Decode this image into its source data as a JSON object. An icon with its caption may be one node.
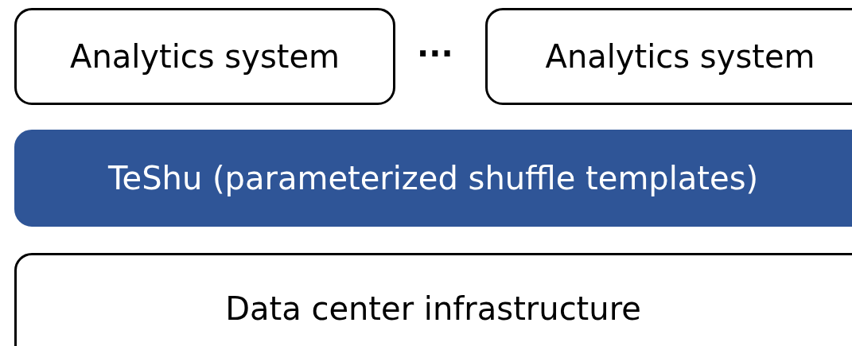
{
  "diagram": {
    "nodes": [
      {
        "text": [
          "Analytics system"
        ]
      },
      {
        "text": [
          "Analytics system"
        ]
      },
      {
        "text": [
          "TeShu (parameterized shuffle templates)"
        ]
      },
      {
        "text": [
          "Data center infrastructure"
        ]
      }
    ],
    "labels": [
      "···"
    ]
  }
}
